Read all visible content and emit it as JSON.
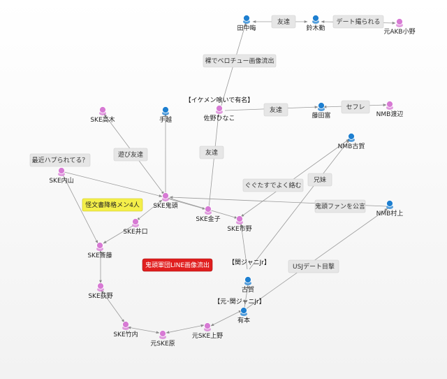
{
  "nodes": [
    {
      "id": "tanaka",
      "label": "田中晦",
      "kind": "male"
    },
    {
      "id": "suzuki",
      "label": "鈴木勤",
      "kind": "male"
    },
    {
      "id": "ono",
      "label": "元AKB小野",
      "kind": "female"
    },
    {
      "id": "sano",
      "label": "佐野ひなこ",
      "kind": "female"
    },
    {
      "id": "fujita",
      "label": "藤田富",
      "kind": "male"
    },
    {
      "id": "nmb_watanabe",
      "label": "NMB渡辺",
      "kind": "female"
    },
    {
      "id": "ske_takagi",
      "label": "SKE高木",
      "kind": "female"
    },
    {
      "id": "teshigoshi",
      "label": "手越",
      "kind": "male"
    },
    {
      "id": "nmb_koga",
      "label": "NMB古賀",
      "kind": "male"
    },
    {
      "id": "ske_uchiyama",
      "label": "SKE内山",
      "kind": "female"
    },
    {
      "id": "ske_kito",
      "label": "SKE鬼頭",
      "kind": "female"
    },
    {
      "id": "ske_kaneko",
      "label": "SKE金子",
      "kind": "female"
    },
    {
      "id": "ske_ichino",
      "label": "SKE市野",
      "kind": "female"
    },
    {
      "id": "nmb_murakami",
      "label": "NMB村上",
      "kind": "male"
    },
    {
      "id": "ske_inoguchi",
      "label": "SKE井口",
      "kind": "female"
    },
    {
      "id": "ske_saito",
      "label": "SKE斎藤",
      "kind": "female"
    },
    {
      "id": "ske_ogino",
      "label": "SKE荻野",
      "kind": "female"
    },
    {
      "id": "koga",
      "label": "古賀",
      "kind": "male"
    },
    {
      "id": "arimoto",
      "label": "有本",
      "kind": "male"
    },
    {
      "id": "ske_takeuchi",
      "label": "SKE竹内",
      "kind": "female"
    },
    {
      "id": "moto_ske_hara",
      "label": "元SKE原",
      "kind": "female"
    },
    {
      "id": "moto_ske_ueno",
      "label": "元SKE上野",
      "kind": "female"
    }
  ],
  "edge_labels": [
    {
      "id": "tomo1",
      "label": "友達"
    },
    {
      "id": "date",
      "label": "デート撮られる"
    },
    {
      "id": "hadaka",
      "label": "裸でベロチュー画像流出"
    },
    {
      "id": "tomo2",
      "label": "友達"
    },
    {
      "id": "sefure",
      "label": "セフレ"
    },
    {
      "id": "asobi",
      "label": "遊び友達"
    },
    {
      "id": "tomo3",
      "label": "友達"
    },
    {
      "id": "hapura",
      "label": "最近ハプられてる？"
    },
    {
      "id": "gudaguda",
      "label": "ぐぐたすでよく絡む"
    },
    {
      "id": "ani",
      "label": "兄妹"
    },
    {
      "id": "kito_fan",
      "label": "鬼頭ファンを公言"
    },
    {
      "id": "usj",
      "label": "USJデート目撃"
    }
  ],
  "notes": [
    {
      "id": "ikemen",
      "label": "【イケメン喰いで有名】"
    },
    {
      "id": "kan_jr",
      "label": "【関ジャニJr】"
    },
    {
      "id": "moto_kan_jr",
      "label": "【元･関ジャニJr】"
    }
  ],
  "tags": {
    "kaibunsho": "怪文書降格メン4人",
    "line_leak": "鬼頭軍団LINE画像流出"
  },
  "colors": {
    "male_icon": "#1e7fd0",
    "female_icon": "#d77ad4",
    "edge": "#9a9a9a",
    "tag_yellow": "#f4ef4a",
    "tag_red": "#e01e1e"
  }
}
